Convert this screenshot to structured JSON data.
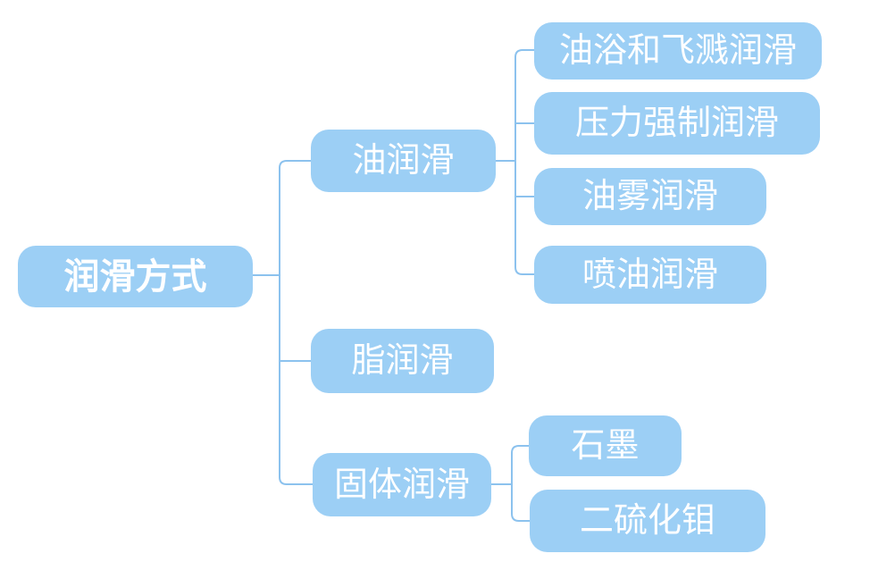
{
  "diagram": {
    "type": "mindmap-tree",
    "background_color": "#FFFFFF",
    "node_fill_color": "#9CCFF5",
    "node_text_color": "#FFFFFF",
    "connector_color": "#8CC2EE",
    "root": {
      "label": "润滑方式"
    },
    "branches": [
      {
        "label": "油润滑",
        "children": [
          "油浴和飞溅润滑",
          "压力强制润滑",
          "油雾润滑",
          "喷油润滑"
        ]
      },
      {
        "label": "脂润滑",
        "children": []
      },
      {
        "label": "固体润滑",
        "children": [
          "石墨",
          "二硫化钼"
        ]
      }
    ]
  }
}
